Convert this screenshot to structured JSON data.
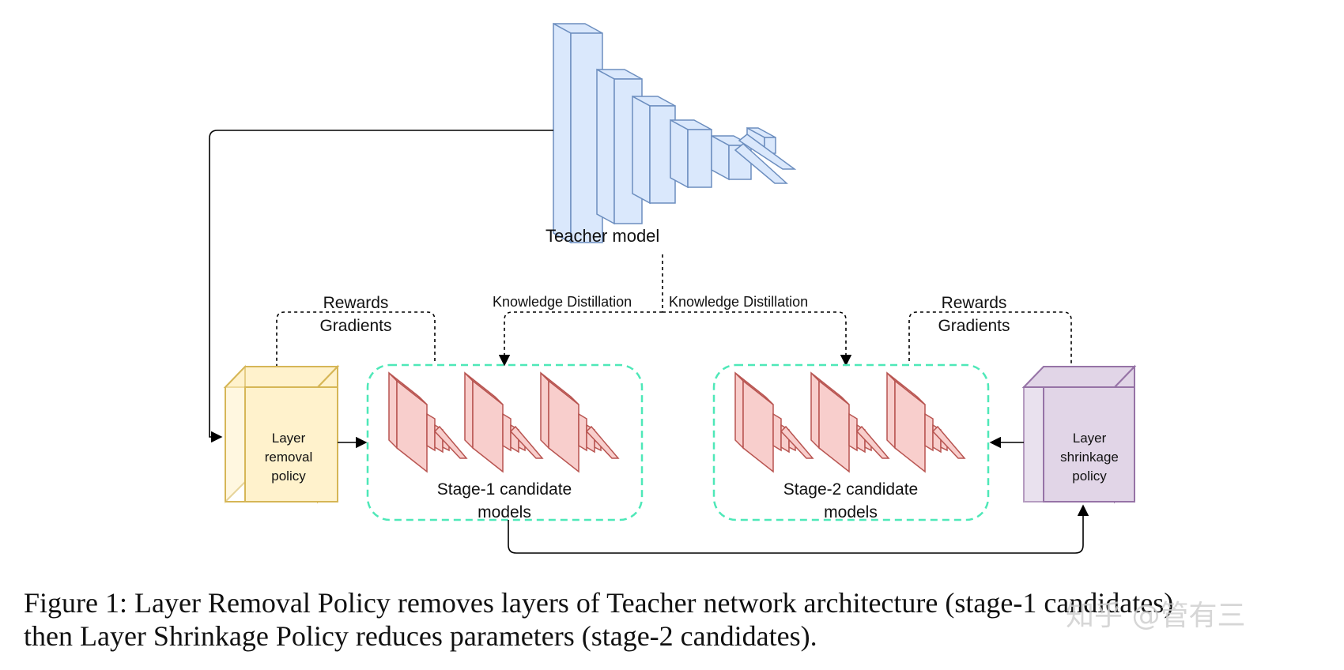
{
  "nodes": {
    "teacher": {
      "label": "Teacher model",
      "fill": "#dae8fc",
      "stroke": "#6c8ebf"
    },
    "removal_policy": {
      "lines": [
        "Layer",
        "removal",
        "policy"
      ],
      "fill": "#fff2cc",
      "stroke": "#d6b656"
    },
    "shrinkage_policy": {
      "lines": [
        "Layer",
        "shrinkage",
        "policy"
      ],
      "fill": "#e1d5e7",
      "stroke": "#9673a6"
    },
    "stage1": {
      "lines": [
        "Stage-1 candidate",
        "models"
      ]
    },
    "stage2": {
      "lines": [
        "Stage-2 candidate",
        "models"
      ]
    }
  },
  "candidate_model": {
    "fill": "#f8cecc",
    "stroke": "#b85450",
    "count_per_stage": 3
  },
  "group_border_color": "#4ee8b8",
  "edges": {
    "kd_left": "Knowledge Distillation",
    "kd_right": "Knowledge Distillation",
    "rewards_left": [
      "Rewards",
      "Gradients"
    ],
    "rewards_right": [
      "Rewards",
      "Gradients"
    ]
  },
  "caption": {
    "line1": "Figure 1: Layer Removal Policy removes layers of Teacher network architecture (stage-1 candidates)",
    "line2": "then Layer Shrinkage Policy reduces parameters (stage-2 candidates)."
  },
  "watermark": "知乎 @管有三"
}
